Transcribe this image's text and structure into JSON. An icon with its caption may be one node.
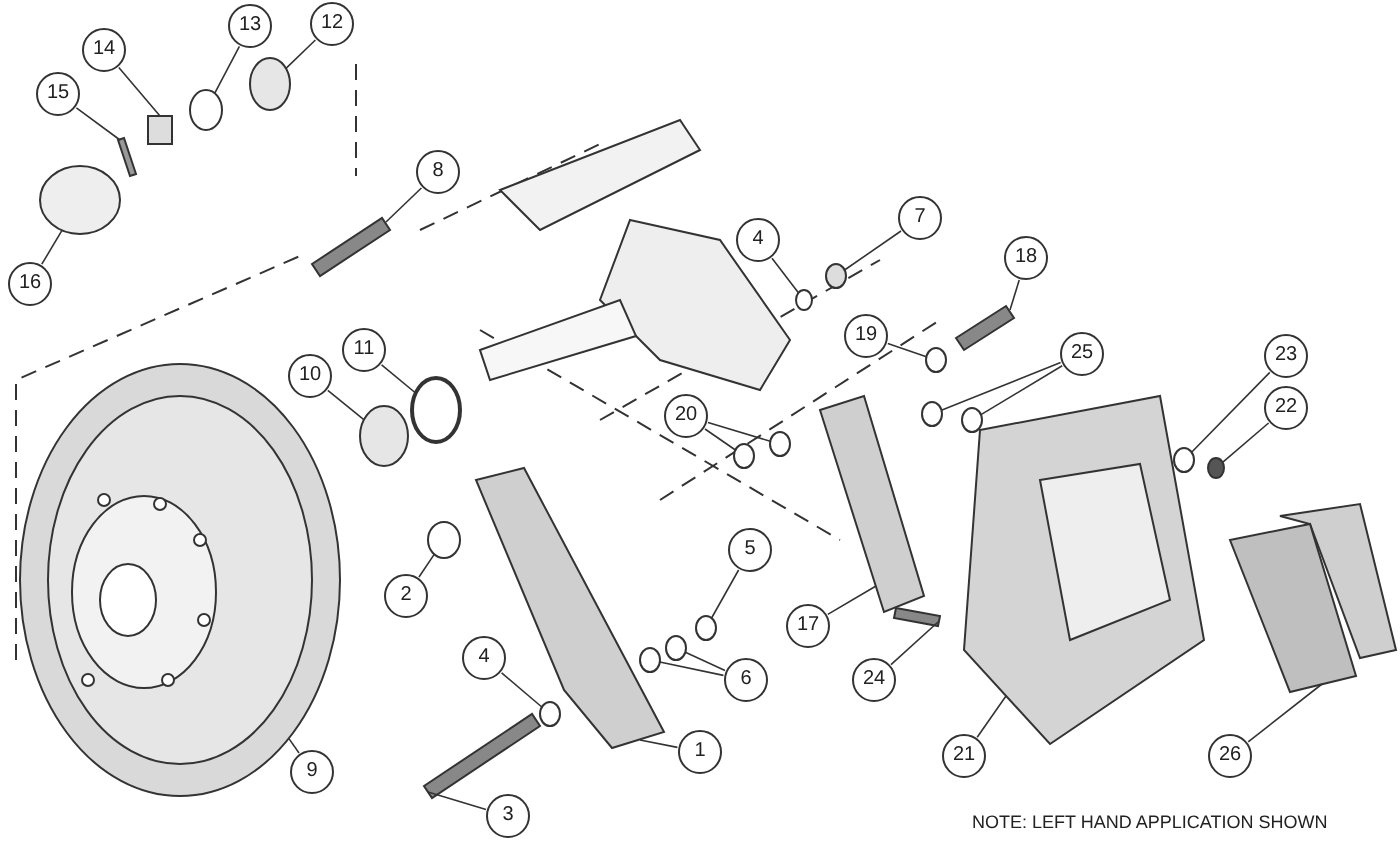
{
  "diagram": {
    "nodes": [
      {
        "text": [
          "12"
        ]
      },
      {
        "text": [
          "13"
        ]
      },
      {
        "text": [
          "14"
        ]
      },
      {
        "text": [
          "15"
        ]
      },
      {
        "text": [
          "8"
        ]
      },
      {
        "text": [
          "7"
        ]
      },
      {
        "text": [
          "4"
        ]
      },
      {
        "text": [
          "18"
        ]
      },
      {
        "text": [
          "16"
        ]
      },
      {
        "text": [
          "19"
        ]
      },
      {
        "text": [
          "11"
        ]
      },
      {
        "text": [
          "25"
        ]
      },
      {
        "text": [
          "23"
        ]
      },
      {
        "text": [
          "10"
        ]
      },
      {
        "text": [
          "22"
        ]
      },
      {
        "text": [
          "20"
        ]
      },
      {
        "text": [
          "5"
        ]
      },
      {
        "text": [
          "2"
        ]
      },
      {
        "text": [
          "17"
        ]
      },
      {
        "text": [
          "4"
        ]
      },
      {
        "text": [
          "6"
        ]
      },
      {
        "text": [
          "24"
        ]
      },
      {
        "text": [
          "1"
        ]
      },
      {
        "text": [
          "9"
        ]
      },
      {
        "text": [
          "21"
        ]
      },
      {
        "text": [
          "26"
        ]
      },
      {
        "text": [
          "3"
        ]
      },
      {
        "text": [],
        "shape": "circle"
      },
      {
        "text": [],
        "shape": "circle"
      },
      {
        "text": [],
        "shape": "box"
      },
      {
        "text": [],
        "shape": "bar"
      },
      {
        "text": [],
        "shape": "bar"
      },
      {
        "text": [],
        "shape": "circle"
      },
      {
        "text": [],
        "shape": "circle"
      },
      {
        "text": [],
        "shape": "bar"
      },
      {
        "text": [],
        "shape": "circle"
      },
      {
        "text": [],
        "shape": "circle"
      },
      {
        "text": [],
        "shape": "circle"
      },
      {
        "text": [],
        "shape": "circle"
      },
      {
        "text": [],
        "shape": "circle"
      },
      {
        "text": [],
        "shape": "circle"
      },
      {
        "text": [],
        "shape": "circle"
      },
      {
        "text": [],
        "shape": "circle"
      },
      {
        "text": [],
        "shape": "circle"
      },
      {
        "text": [],
        "shape": "circle"
      },
      {
        "text": [],
        "shape": "circle"
      },
      {
        "text": [],
        "shape": "circle"
      },
      {
        "text": [],
        "shape": "bar"
      },
      {
        "text": [],
        "shape": "circle"
      },
      {
        "text": [],
        "shape": "circle"
      },
      {
        "text": [],
        "shape": "circle"
      },
      {
        "text": [],
        "shape": "bar"
      },
      {
        "text": [],
        "shape": "bar"
      },
      {
        "text": [],
        "shape": "picture"
      },
      {
        "text": [],
        "shape": "picture"
      },
      {
        "text": [],
        "shape": "picture"
      },
      {
        "text": [],
        "shape": "bar"
      }
    ],
    "edges": [
      {
        "from": 0,
        "to": 27,
        "arrow": "none"
      },
      {
        "from": 1,
        "to": 28,
        "arrow": "none"
      },
      {
        "from": 2,
        "to": 29,
        "arrow": "none"
      },
      {
        "from": 3,
        "to": 30,
        "arrow": "none"
      },
      {
        "from": 4,
        "to": 31,
        "arrow": "none"
      },
      {
        "from": 5,
        "to": 32,
        "arrow": "none"
      },
      {
        "from": 6,
        "to": 33,
        "arrow": "none"
      },
      {
        "from": 7,
        "to": 34,
        "arrow": "none"
      },
      {
        "from": 8,
        "to": 35,
        "arrow": "none"
      },
      {
        "from": 9,
        "to": 36,
        "arrow": "none"
      },
      {
        "from": 10,
        "to": 37,
        "arrow": "none"
      },
      {
        "from": 11,
        "to": 38,
        "arrow": "none"
      },
      {
        "from": 11,
        "to": 39,
        "arrow": "none"
      },
      {
        "from": 12,
        "to": 40,
        "arrow": "none"
      },
      {
        "from": 13,
        "to": 41,
        "arrow": "none"
      },
      {
        "from": 14,
        "to": 42,
        "arrow": "none"
      },
      {
        "from": 15,
        "to": 43,
        "arrow": "none"
      },
      {
        "from": 15,
        "to": 44,
        "arrow": "none"
      },
      {
        "from": 16,
        "to": 45,
        "arrow": "none"
      },
      {
        "from": 17,
        "to": 46,
        "arrow": "none"
      },
      {
        "from": 18,
        "to": 47,
        "arrow": "none"
      },
      {
        "from": 19,
        "to": 48,
        "arrow": "none"
      },
      {
        "from": 20,
        "to": 49,
        "arrow": "none"
      },
      {
        "from": 20,
        "to": 50,
        "arrow": "none"
      },
      {
        "from": 21,
        "to": 51,
        "arrow": "none"
      },
      {
        "from": 22,
        "to": 52,
        "arrow": "none"
      },
      {
        "from": 23,
        "to": 53,
        "arrow": "none"
      },
      {
        "from": 24,
        "to": 54,
        "arrow": "none"
      },
      {
        "from": 25,
        "to": 55,
        "arrow": "none"
      },
      {
        "from": 26,
        "to": 56,
        "arrow": "none"
      }
    ],
    "labels": [
      "NOTE: LEFT HAND APPLICATION SHOWN"
    ]
  }
}
